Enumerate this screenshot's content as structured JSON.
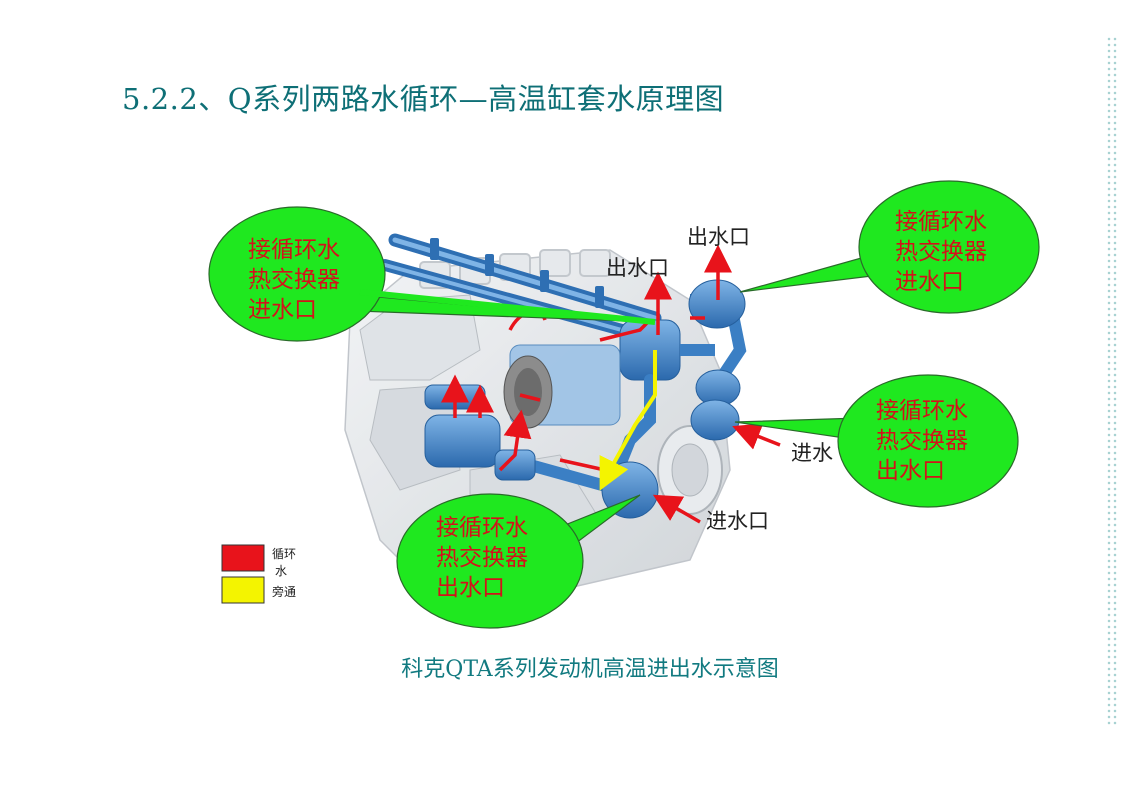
{
  "title": "5.2.2、Q系列两路水循环—高温缸套水原理图",
  "caption": "科克QTA系列发动机高温进出水示意图",
  "ports": {
    "outlet_top": "出水口",
    "outlet_mid": "出水口",
    "inlet_right": "进水",
    "inlet_bottom": "进水口"
  },
  "callouts": {
    "left_top": [
      "接循环水",
      "热交换器",
      "进水口"
    ],
    "right_top": [
      "接循环水",
      "热交换器",
      "进水口"
    ],
    "right_mid": [
      "接循环水",
      "热交换器",
      "出水口"
    ],
    "bottom": [
      "接循环水",
      "热交换器",
      "出水口"
    ]
  },
  "legend": {
    "items": [
      {
        "label": "循环",
        "label2": "水",
        "color": "#e8131b"
      },
      {
        "label": "旁通",
        "color": "#f4f400"
      }
    ]
  },
  "colors": {
    "callout_fill": "#1fe81f",
    "callout_text": "#d3121a",
    "pipe": "#3b7fc4",
    "flow_red": "#e8131b",
    "flow_yellow": "#f4f400",
    "title": "#0e6f76"
  }
}
